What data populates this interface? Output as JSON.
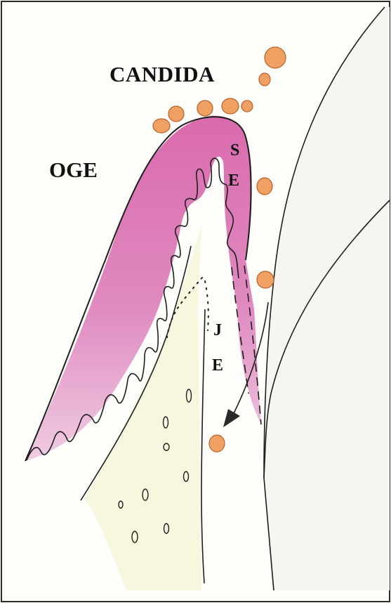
{
  "labels": {
    "candida": "CANDIDA",
    "oge": "OGE",
    "se_s": "S",
    "se_e": "E",
    "je_j": "J",
    "je_e": "E"
  },
  "colors": {
    "frame": "#2b2b2b",
    "outline": "#1e1e1e",
    "epithelium_pink": "#d96fb3",
    "epithelium_light": "#f0c9e0",
    "candida_fill": "#f0a062",
    "candida_stroke": "#b8622a",
    "tissue_yellow": "#f7f6de",
    "tooth_tint": "#f6f5f2"
  }
}
